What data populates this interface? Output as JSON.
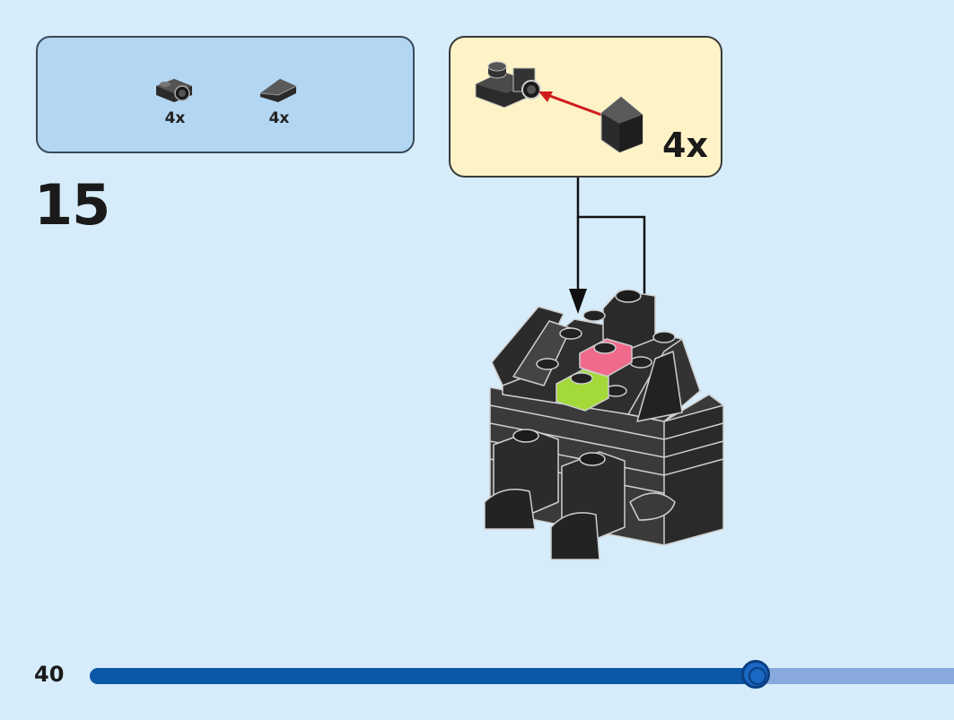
{
  "parts_list": {
    "items": [
      {
        "icon": "black-plate-with-clip-icon",
        "qty": "4x",
        "color": "#222222"
      },
      {
        "icon": "black-slope-brick-icon",
        "qty": "4x",
        "color": "#222222"
      }
    ]
  },
  "step": {
    "number": "15"
  },
  "subassembly": {
    "qty": "4x"
  },
  "model": {
    "accent_colors": {
      "pink": "#f06a8c",
      "lime": "#a4d93a",
      "body": "#3c3c3c"
    }
  },
  "footer": {
    "page_number": "40",
    "progress": 0.77
  }
}
